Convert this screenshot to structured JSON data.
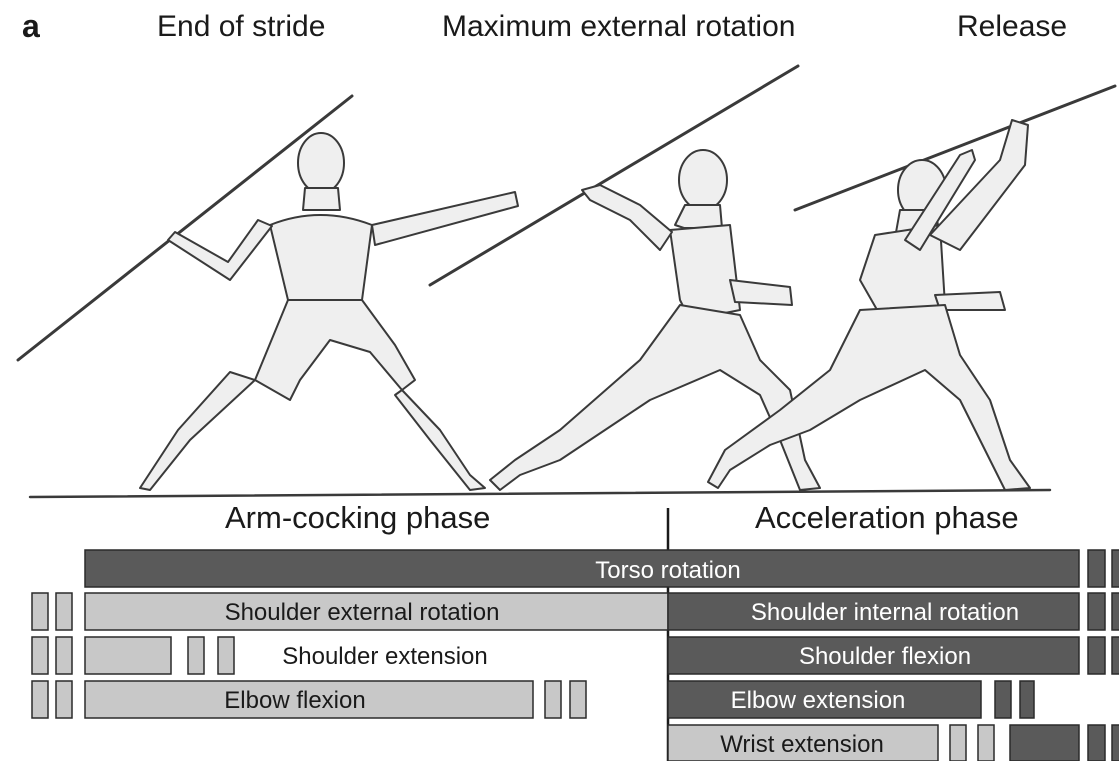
{
  "panel_label": "a",
  "stages": [
    "End of stride",
    "Maximum external rotation",
    "Release"
  ],
  "phases": [
    "Arm-cocking phase",
    "Acceleration phase"
  ],
  "colors": {
    "dark_bar": "#5a5a5a",
    "light_bar": "#c8c8c8",
    "bar_stroke": "#2a2a2a",
    "figure_fill": "#efefef",
    "figure_stroke": "#3a3a3a"
  },
  "bars": {
    "torso_rotation": "Torso rotation",
    "shoulder_external_rotation": "Shoulder external rotation",
    "shoulder_internal_rotation": "Shoulder internal rotation",
    "shoulder_extension": "Shoulder extension",
    "shoulder_flexion": "Shoulder flexion",
    "elbow_flexion": "Elbow flexion",
    "elbow_extension": "Elbow extension",
    "wrist_extension": "Wrist extension"
  }
}
